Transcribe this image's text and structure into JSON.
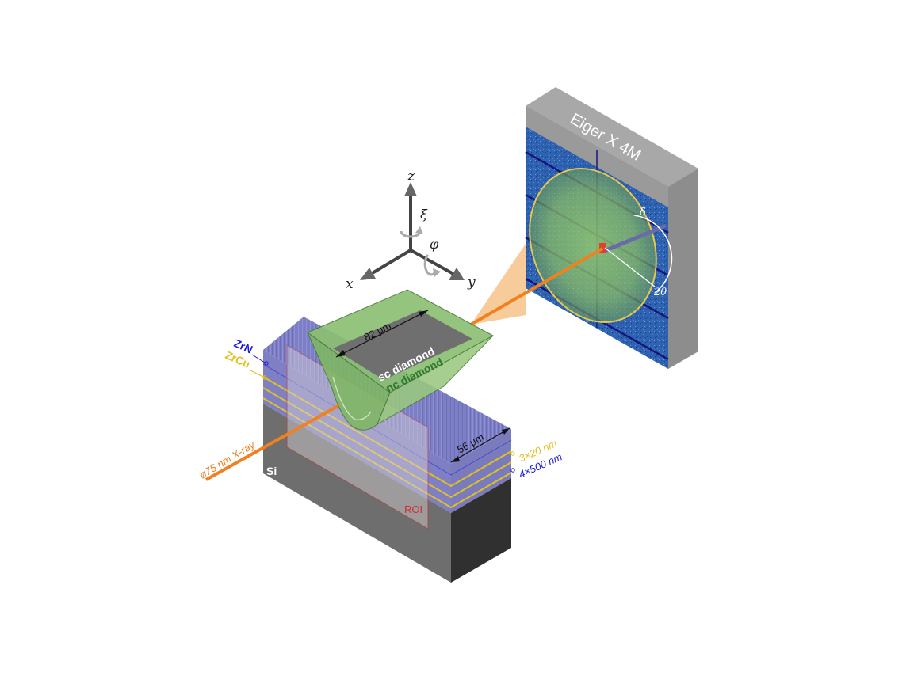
{
  "detector": {
    "label": "Eiger X 4M",
    "delta_label": "δ",
    "two_theta_label": "2θ"
  },
  "axes": {
    "z": "z",
    "x": "x",
    "y": "y",
    "xi": "ξ",
    "phi": "φ"
  },
  "indenter": {
    "width_label": "82 μm",
    "sc_label": "sc diamond",
    "nc_label": "nc diamond"
  },
  "sample": {
    "zrn_label": "ZrN",
    "zrcu_label": "ZrCu",
    "si_label": "Si",
    "roi_label": "ROI",
    "depth_label": "56 μm",
    "zrcu_thickness": "3×20 nm",
    "zrn_thickness": "4×500 nm"
  },
  "beam": {
    "label": "ø75 nm X-ray"
  },
  "colors": {
    "zrn": "#1a1ad6",
    "zrcu": "#e0c020",
    "beam": "#f08020",
    "roi": "#d03030",
    "indenter_green": "#5a9a4a",
    "detector_bg": "#1e5aa8",
    "nc_text": "#2f7a2f"
  }
}
